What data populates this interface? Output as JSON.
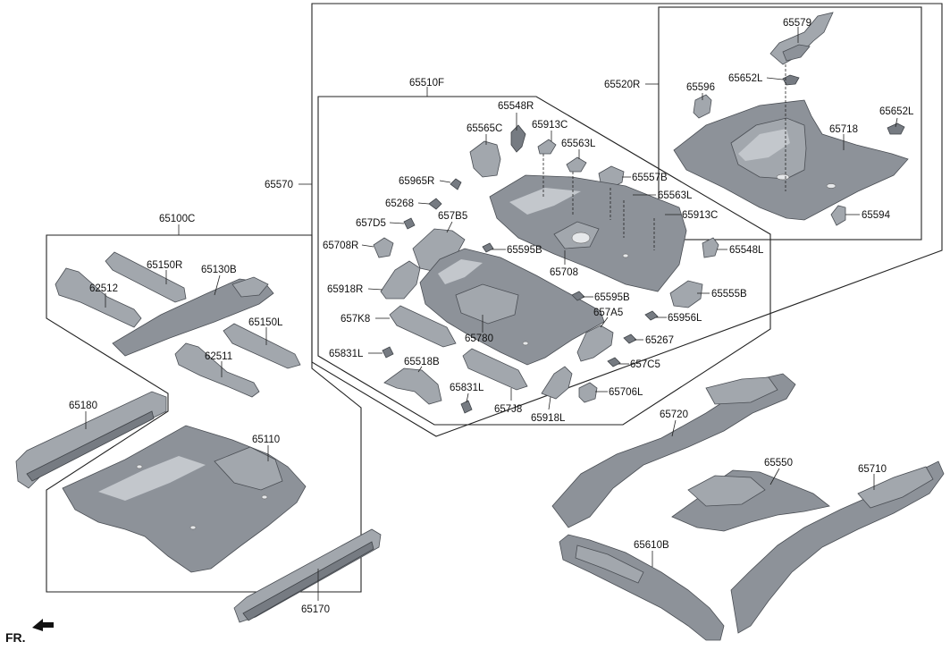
{
  "direction_indicator": {
    "text": "FR."
  },
  "labels": {
    "l_65579": "65579",
    "l_65520R": "65520R",
    "l_65652L_a": "65652L",
    "l_65596": "65596",
    "l_65652L_b": "65652L",
    "l_65718": "65718",
    "l_65594": "65594",
    "l_65510F": "65510F",
    "l_65548R": "65548R",
    "l_65565C": "65565C",
    "l_65913C_a": "65913C",
    "l_65563L_a": "65563L",
    "l_65965R": "65965R",
    "l_65557B": "65557B",
    "l_65563L_b": "65563L",
    "l_65268": "65268",
    "l_65913C_b": "65913C",
    "l_657D5": "657D5",
    "l_657B5": "657B5",
    "l_65708R": "65708R",
    "l_65595B_a": "65595B",
    "l_65548L": "65548L",
    "l_65708": "65708",
    "l_65918R": "65918R",
    "l_65555B": "65555B",
    "l_65595B_b": "65595B",
    "l_657K8": "657K8",
    "l_657A5": "657A5",
    "l_65956L": "65956L",
    "l_65780": "65780",
    "l_65267": "65267",
    "l_65831L_a": "65831L",
    "l_65518B": "65518B",
    "l_657C5": "657C5",
    "l_65831L_b": "65831L",
    "l_65706L": "65706L",
    "l_657J8": "657J8",
    "l_65918L": "65918L",
    "l_65570": "65570",
    "l_65100C": "65100C",
    "l_65150R": "65150R",
    "l_65130B": "65130B",
    "l_62512": "62512",
    "l_65150L": "65150L",
    "l_62511": "62511",
    "l_65180": "65180",
    "l_65110": "65110",
    "l_65170": "65170",
    "l_65720": "65720",
    "l_65550": "65550",
    "l_65710": "65710",
    "l_65610B": "65610B"
  }
}
